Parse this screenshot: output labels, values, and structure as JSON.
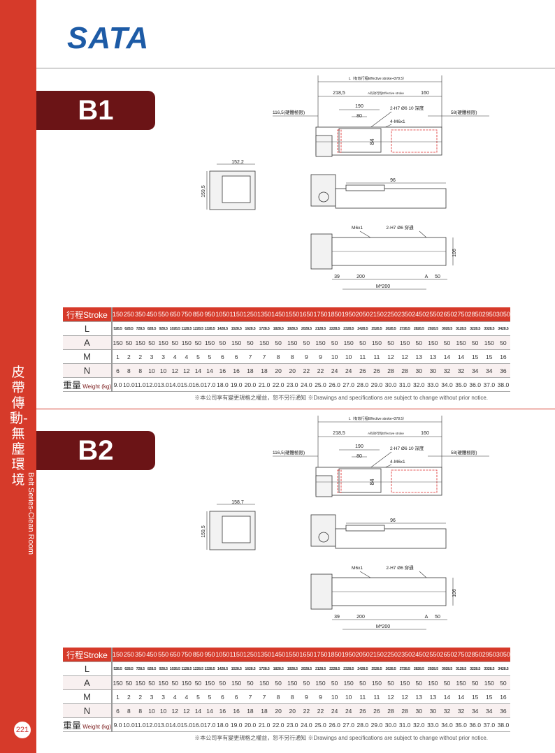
{
  "brand": {
    "logo": "SATA",
    "color": "#1d5ba6"
  },
  "sidebar": {
    "title_cn": "皮帶傳動-無塵環境",
    "title_en": "Belt Series-Clean Room",
    "page_number": "221",
    "color": "#d63a2a"
  },
  "sections": [
    {
      "badge": "B1",
      "drawing": {
        "L": "L（有效行程Effective stroke+378.5）",
        "d218": "218,5",
        "A": "A有效行程Effective stroke",
        "d160": "160",
        "d190": "190",
        "d80": "80",
        "left_limit": "116,5(硬體極限)",
        "right_limit": "58(硬體極限)",
        "h7": "2-H7 Ø6 10 深度",
        "m6": "4-M6x1",
        "d84": "84",
        "width": "152,2",
        "height": "159,5",
        "d96": "96",
        "bm6": "M6x1",
        "bh7": "2-H7 Ø6 穿通",
        "d106": "106",
        "d39": "39",
        "d200": "200",
        "bA": "A",
        "d50": "50",
        "m200": "M*200"
      }
    },
    {
      "badge": "B2",
      "drawing": {
        "L": "L（有效行程Effective stroke+378.5）",
        "d218": "218,5",
        "A": "A有效行程Effective stroke",
        "d160": "160",
        "d190": "190",
        "d80": "80",
        "left_limit": "116,5(硬體極限)",
        "right_limit": "58(硬體極限)",
        "h7": "2-H7 Ø6 10 深度",
        "m6": "4-M6x1",
        "d84": "84",
        "width": "158,7",
        "height": "159,5",
        "d96": "96",
        "bm6": "M6x1",
        "bh7": "2-H7 Ø6 穿通",
        "d106": "106",
        "d39": "39",
        "d200": "200",
        "bA": "A",
        "d50": "50",
        "m200": "M*200"
      }
    }
  ],
  "table": {
    "row_labels": {
      "stroke": "行程Stroke",
      "L": "L",
      "A": "A",
      "M": "M",
      "N": "N",
      "weight_cn": "重量",
      "weight_en": "Weight (kg)"
    },
    "stroke": [
      "150",
      "250",
      "350",
      "450",
      "550",
      "650",
      "750",
      "850",
      "950",
      "1050",
      "1150",
      "1250",
      "1350",
      "1450",
      "1550",
      "1650",
      "1750",
      "1850",
      "1950",
      "2050",
      "2150",
      "2250",
      "2350",
      "2450",
      "2550",
      "2650",
      "2750",
      "2850",
      "2950",
      "3050"
    ],
    "L": [
      "528.5",
      "628.5",
      "728.5",
      "828.5",
      "928.5",
      "1028.5",
      "1128.5",
      "1228.5",
      "1328.5",
      "1428.5",
      "1528.5",
      "1628.5",
      "1728.5",
      "1828.5",
      "1928.5",
      "2028.5",
      "2128.5",
      "2228.5",
      "2328.5",
      "2428.5",
      "2528.5",
      "2628.5",
      "2728.5",
      "2828.5",
      "2928.5",
      "3028.5",
      "3128.5",
      "3228.5",
      "3328.5",
      "3428.5"
    ],
    "A": [
      "150",
      "50",
      "150",
      "50",
      "150",
      "50",
      "150",
      "50",
      "150",
      "50",
      "150",
      "50",
      "150",
      "50",
      "150",
      "50",
      "150",
      "50",
      "150",
      "50",
      "150",
      "50",
      "150",
      "50",
      "150",
      "50",
      "150",
      "50",
      "150",
      "50"
    ],
    "M": [
      "1",
      "2",
      "2",
      "3",
      "3",
      "4",
      "4",
      "5",
      "5",
      "6",
      "6",
      "7",
      "7",
      "8",
      "8",
      "9",
      "9",
      "10",
      "10",
      "11",
      "11",
      "12",
      "12",
      "13",
      "13",
      "14",
      "14",
      "15",
      "15",
      "16"
    ],
    "N": [
      "6",
      "8",
      "8",
      "10",
      "10",
      "12",
      "12",
      "14",
      "14",
      "16",
      "16",
      "18",
      "18",
      "20",
      "20",
      "22",
      "22",
      "24",
      "24",
      "26",
      "26",
      "28",
      "28",
      "30",
      "30",
      "32",
      "32",
      "34",
      "34",
      "36"
    ],
    "weight": [
      "9.0",
      "10.0",
      "11.0",
      "12.0",
      "13.0",
      "14.0",
      "15.0",
      "16.0",
      "17.0",
      "18.0",
      "19.0",
      "20.0",
      "21.0",
      "22.0",
      "23.0",
      "24.0",
      "25.0",
      "26.0",
      "27.0",
      "28.0",
      "29.0",
      "30.0",
      "31.0",
      "32.0",
      "33.0",
      "34.0",
      "35.0",
      "36.0",
      "37.0",
      "38.0"
    ],
    "notice": "※本公司享有變更規格之權益，恕不另行通知 ※Drawings and specifications are subject to change without prior notice."
  }
}
